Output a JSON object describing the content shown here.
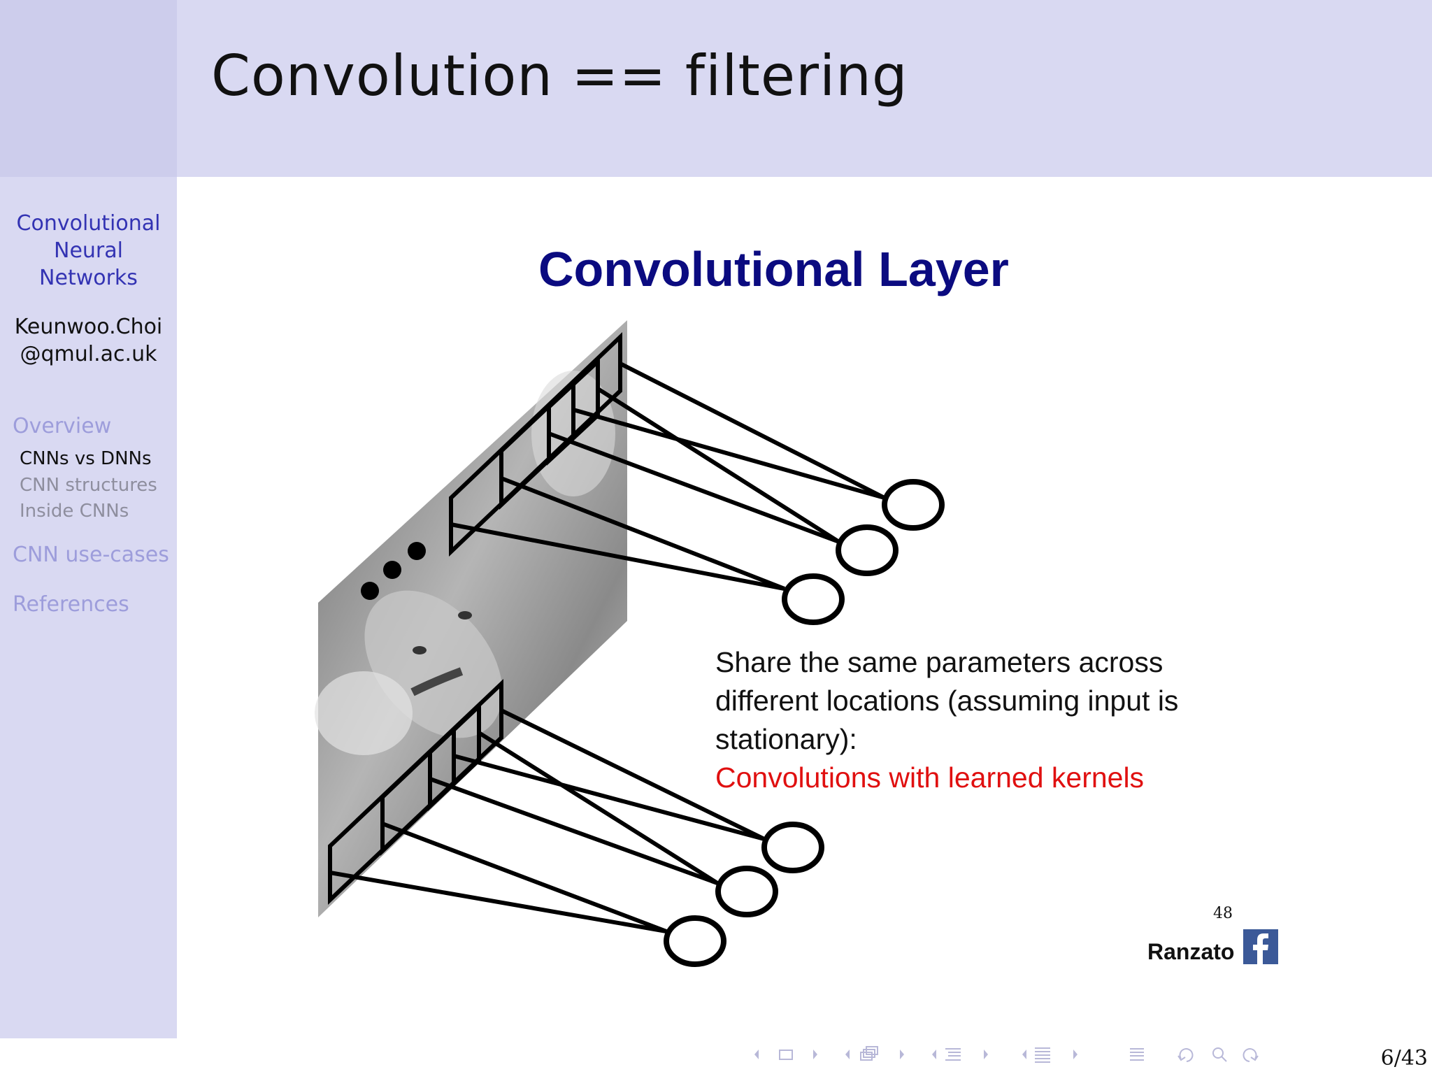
{
  "frame": {
    "title": "Convolution == filtering"
  },
  "sidebar": {
    "title_lines": [
      "Convolutional",
      "Neural",
      "Networks"
    ],
    "author_lines": [
      "Keunwoo.Choi",
      "@qmul.ac.uk"
    ],
    "sections": [
      {
        "label": "Overview"
      },
      {
        "label": "CNNs vs DNNs"
      },
      {
        "label": "CNN structures"
      },
      {
        "label": "Inside CNNs"
      },
      {
        "label": "CNN use-cases"
      },
      {
        "label": "References"
      }
    ]
  },
  "slide": {
    "heading": "Convolutional Layer",
    "caption_black": "Share the same parameters across different locations (assuming input is stationary):",
    "caption_red": "Convolutions with learned kernels",
    "slide_number": "48",
    "credit": "Ranzato",
    "logo_icon": "facebook-icon",
    "colors": {
      "heading": "#0b0b80",
      "caption_highlight": "#e01010",
      "sidebar": "#d9d9f2",
      "sidebar_link": "#3333b3"
    }
  },
  "navigation": {
    "page_counter": "6/43"
  }
}
